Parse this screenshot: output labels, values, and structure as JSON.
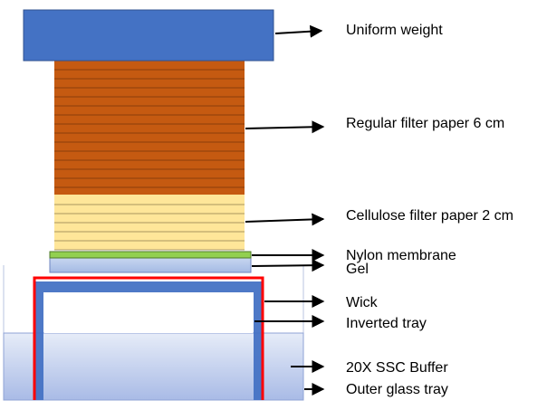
{
  "labels": {
    "uniform_weight": "Uniform weight",
    "regular_filter_paper": "Regular filter paper 6 cm",
    "cellulose_filter_paper": "Cellulose filter paper 2 cm",
    "nylon_membrane": "Nylon membrane",
    "gel": "Gel",
    "wick": "Wick",
    "inverted_tray": "Inverted tray",
    "ssc_buffer": "20X SSC Buffer",
    "outer_glass_tray": "Outer glass tray"
  },
  "colors": {
    "weight": "#4472C4",
    "regular_paper": "#C55A11",
    "cellulose_paper": "#FFE699",
    "nylon_membrane": "#92D050",
    "gel": "#B4C7E7",
    "wick": "#FF0000",
    "inverted_tray": "#4472C4",
    "buffer": "#C9D5F0"
  }
}
